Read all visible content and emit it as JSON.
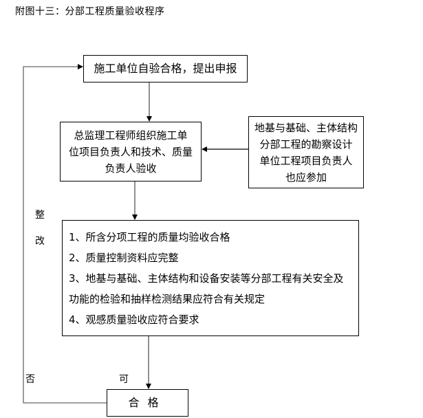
{
  "title": "附图十三：分部工程质量验收程序",
  "nodes": {
    "start": {
      "lines": [
        "施工单位自验合格，提出申报"
      ]
    },
    "inspection": {
      "lines": [
        "总监理工程师组织施工单",
        "位项目负责人和技术、质量",
        "负责人验收"
      ]
    },
    "participants": {
      "lines": [
        "地基与基础、主体结构",
        "分部工程的勘察设计",
        "单位工程项目负责人",
        "也应参加"
      ]
    },
    "criteria": {
      "lines": [
        "1、所含分项工程的质量均验收合格",
        "2、质量控制资料应完整",
        "3、地基与基础、主体结构和设备安装等分部工程有关安全及",
        "功能的检验和抽样检测结果应符合有关规定",
        "4、观感质量验收应符合要求"
      ]
    },
    "result": {
      "lines": [
        "合格"
      ]
    }
  },
  "edge_labels": {
    "rectify_1": "整",
    "rectify_2": "改",
    "no": "否",
    "yes": "可"
  }
}
